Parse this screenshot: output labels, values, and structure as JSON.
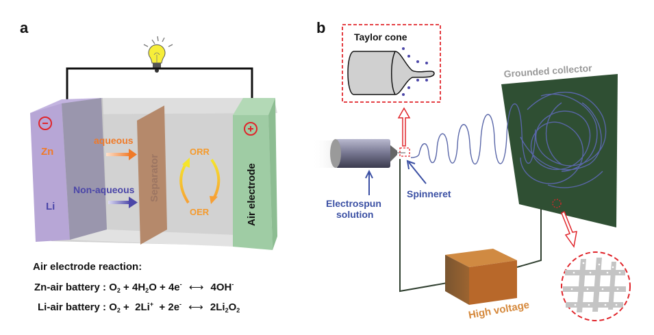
{
  "panel_a": {
    "label": "a",
    "anode_sign": "−",
    "cathode_sign": "+",
    "anode_metals": [
      "Zn",
      "Li"
    ],
    "electrolyte_labels": {
      "aqueous": "aqueous",
      "non_aqueous": "Non-aqueous"
    },
    "separator_label": "Separator",
    "reaction_labels": {
      "orr": "ORR",
      "oer": "OER"
    },
    "air_electrode_label": "Air electrode",
    "reaction_title": "Air electrode reaction:",
    "equations": [
      {
        "name": "Zn-air battery",
        "lhs": [
          "O",
          "2",
          " + 4H",
          "2",
          "O + 4e",
          "-"
        ],
        "rhs": [
          "4OH",
          "-"
        ]
      },
      {
        "name": "Li-air battery",
        "lhs": [
          "O",
          "2",
          " +  2Li",
          "+",
          "  + 2e",
          "-"
        ],
        "rhs": [
          "2Li",
          "2",
          "O",
          "2"
        ]
      }
    ],
    "colors": {
      "anode": "#b7a6d6",
      "separator": "#b5896b",
      "air_electrode": "#9fcca4",
      "aqueous": "#f07a28",
      "non_aqueous": "#4b46a8",
      "sign": "#e0242a"
    }
  },
  "panel_b": {
    "label": "b",
    "taylor_cone_label": "Taylor cone",
    "collector_label": "Grounded collector",
    "solution_label_line1": "Electrospun",
    "solution_label_line2": "solution",
    "spinneret_label": "Spinneret",
    "power_label": "High voltage",
    "colors": {
      "collector": "#2f4f33",
      "power_box": "#c97a30",
      "highlight": "#e0242a",
      "label_blue": "#3a4fa3"
    }
  }
}
